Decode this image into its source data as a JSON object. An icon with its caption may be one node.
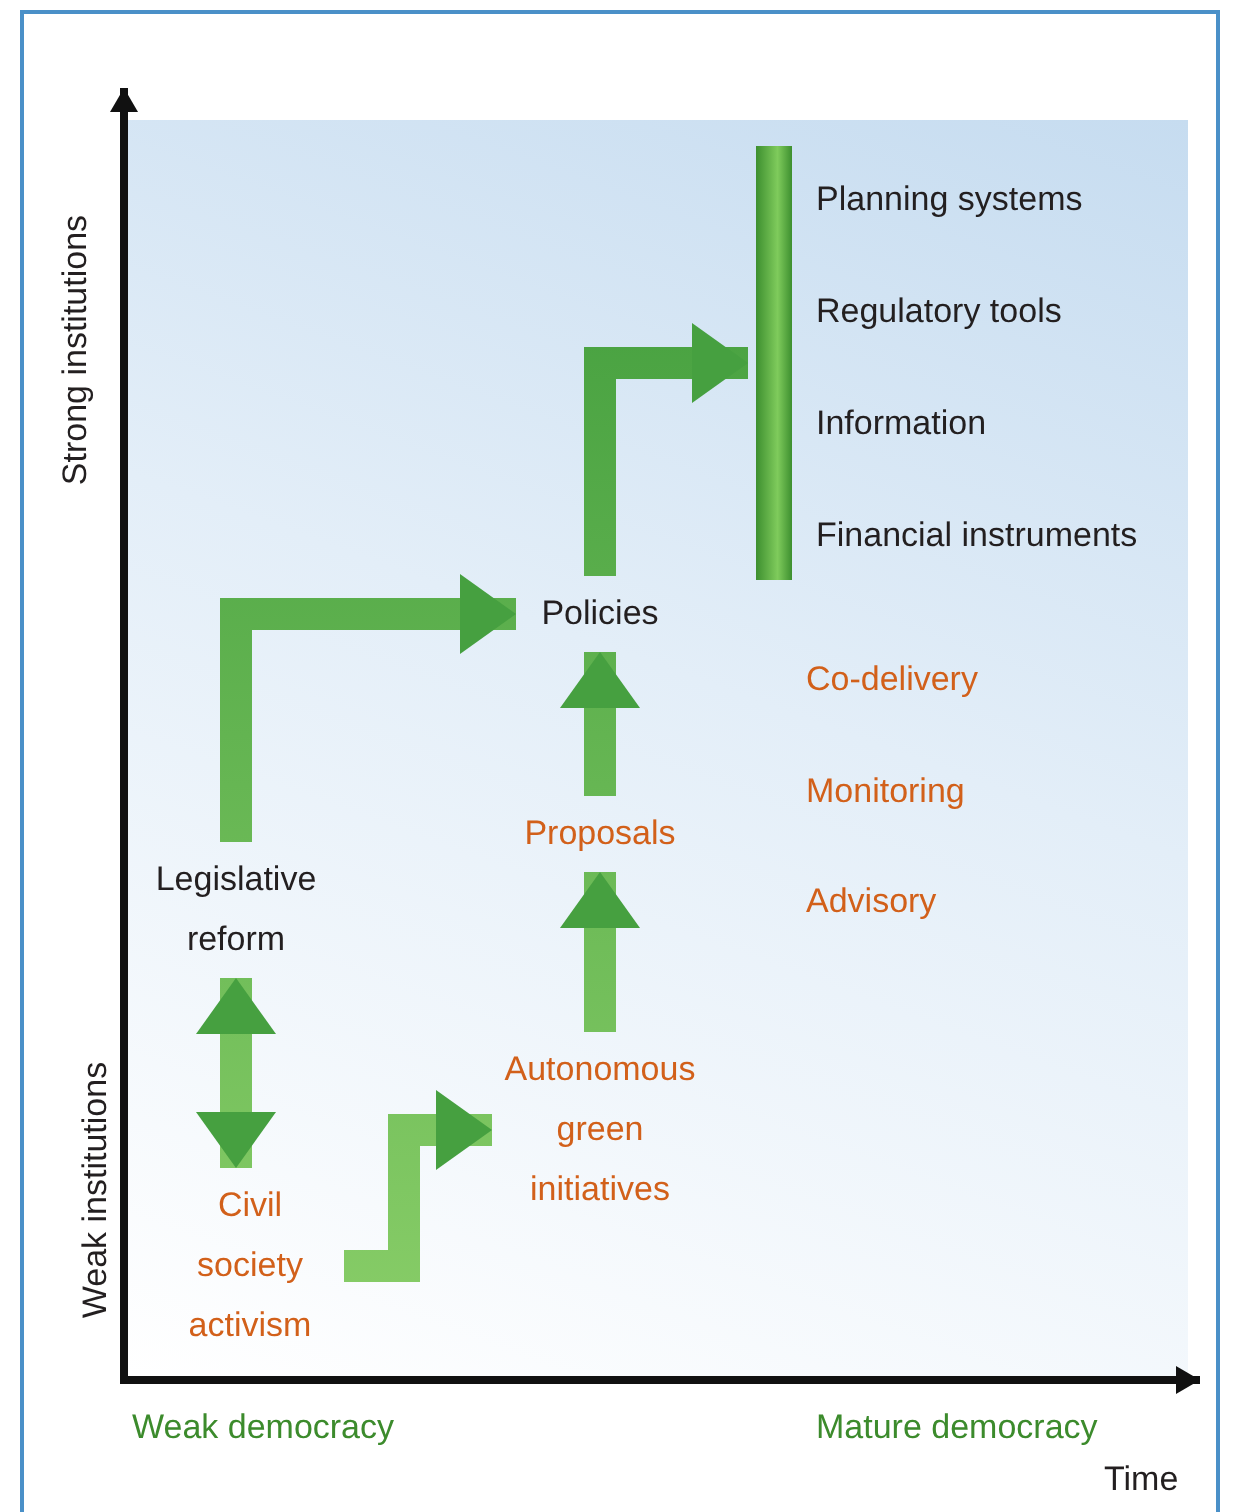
{
  "diagram": {
    "nodes": [
      {
        "text": [
          "Legislative reform"
        ]
      },
      {
        "text": [
          "Civil society activism"
        ]
      },
      {
        "text": [
          "Autonomous green initiatives"
        ]
      },
      {
        "text": [
          "Proposals"
        ]
      },
      {
        "text": [
          "Policies"
        ]
      },
      {
        "text": [],
        "shape": "bar",
        "beside": [
          "Planning systems",
          "Regulatory tools",
          "Information",
          "Financial instruments"
        ]
      }
    ],
    "edges": [
      {
        "from": 0,
        "to": 4,
        "arrow": "to"
      },
      {
        "from": 0,
        "to": 1,
        "arrow": "both"
      },
      {
        "from": 1,
        "to": 2,
        "arrow": "to"
      },
      {
        "from": 2,
        "to": 3,
        "arrow": "to"
      },
      {
        "from": 3,
        "to": 4,
        "arrow": "to"
      },
      {
        "from": 4,
        "to": 5,
        "arrow": "to"
      }
    ],
    "labels": [
      "Strong institutions",
      "Co-delivery",
      "Monitoring",
      "Advisory",
      "Weak institutions",
      "Weak democracy",
      "Mature democracy",
      "Time"
    ]
  }
}
